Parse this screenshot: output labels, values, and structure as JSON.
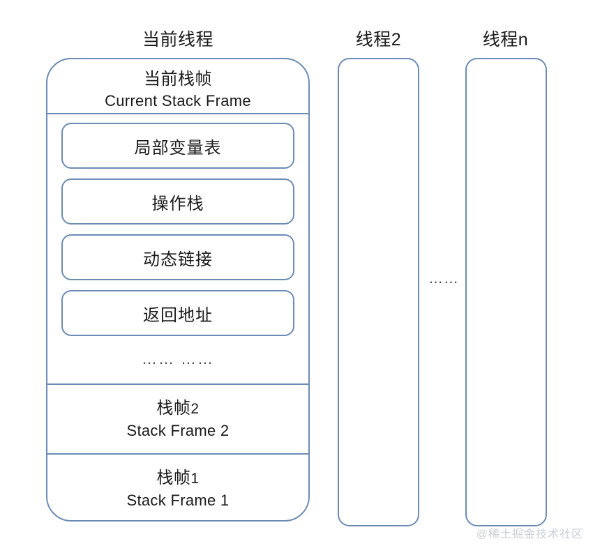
{
  "diagram": {
    "columns": {
      "current_thread_title": "当前线程",
      "thread_2_title": "线程2",
      "thread_n_title": "线程n"
    },
    "current_thread_stack": {
      "current_frame": {
        "title_cn": "当前栈帧",
        "title_en": "Current Stack Frame"
      },
      "components": [
        {
          "label": "局部变量表"
        },
        {
          "label": "操作栈"
        },
        {
          "label": "动态链接"
        },
        {
          "label": "返回地址"
        }
      ],
      "components_ellipsis": "…… ……",
      "frames": [
        {
          "title_cn": "栈帧",
          "index": "2",
          "title_en": "Stack Frame 2"
        },
        {
          "title_cn": "栈帧",
          "index": "1",
          "title_en": "Stack Frame 1"
        }
      ]
    },
    "threads_ellipsis": "……",
    "watermark": "@稀土掘金技术社区",
    "colors": {
      "border": "#6d8cb4",
      "text": "#1a1a1a",
      "background": "#ffffff",
      "watermark": "#c9cfd6"
    }
  }
}
